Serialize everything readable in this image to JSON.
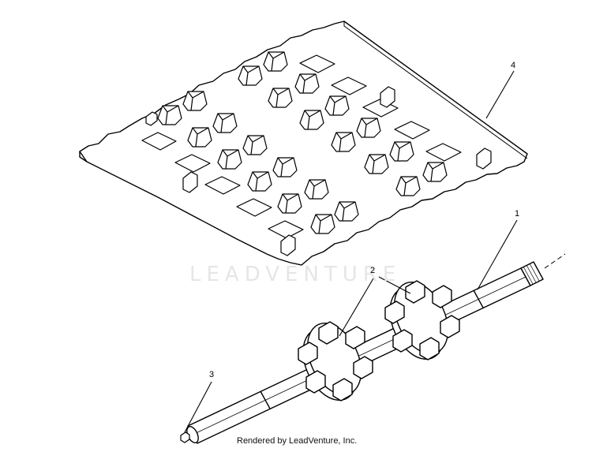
{
  "diagram": {
    "callouts": {
      "track": "4",
      "shaft": "1",
      "sprockets": "2",
      "fitting": "3"
    },
    "watermark": "LEADVENTURE",
    "credit": "Rendered by LeadVenture, Inc."
  },
  "colors": {
    "line": "#000000",
    "background": "#ffffff",
    "watermark": "#e6e6e6"
  }
}
